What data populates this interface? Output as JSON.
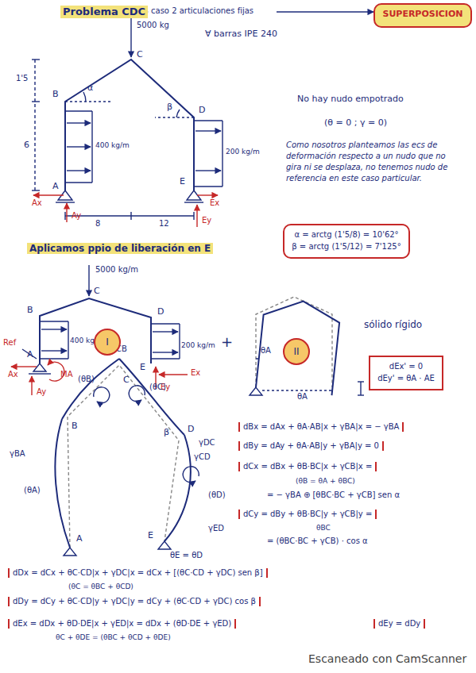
{
  "diagram": {
    "nodes": [
      {
        "text": [
          "SUPERPOSICION"
        ]
      },
      {
        "text": [
          "α = arctg (1'5/8) = 10'62°",
          "β = arctg (1'5/12) = 7'125°"
        ]
      },
      {
        "text": [
          "I"
        ]
      },
      {
        "text": [
          "II"
        ]
      },
      {
        "text": [
          "dEx' = 0",
          "dEy' = θA · AE"
        ]
      }
    ],
    "labels": [
      "Problema CDC",
      "caso 2 articulaciones fijas",
      "5000 kg",
      "∀ barras IPE 240",
      "1'5",
      "6",
      "B",
      "C",
      "D",
      "α",
      "β",
      "400 kg/m",
      "200 kg/m",
      "A",
      "E",
      "Ax",
      "Ay",
      "Ex",
      "Ey",
      "8",
      "12",
      "No hay nudo empotrado",
      "(θ = 0 ; γ = 0)",
      "Como nosotros planteamos las ecs de deformación respecto a un nudo que no gira ni se desplaza, no tenemos nudo de referencia en este caso particular.",
      "Aplicamos ppio de liberación en E",
      "5000 kg/m",
      "B",
      "C",
      "D",
      "A",
      "E",
      "400 kg/m",
      "200 kg/m",
      "Ref",
      "Ax",
      "Ay",
      "MA",
      "Ey",
      "Ex",
      "+",
      "θA",
      "θA",
      "sólido rígido",
      "γCB",
      "(θB)",
      "(θC)",
      "γBA",
      "B",
      "C",
      "(θA)",
      "β",
      "D",
      "γDC",
      "γCD",
      "(θD)",
      "A",
      "E",
      "γED",
      "θE = θD",
      "dBx = dAx + θA·AB|x + γBA|x = − γBA",
      "dBy = dAy + θA·AB|y + γBA|y = 0",
      "dCx = dBx + θB·BC|x + γCB|x =",
      "(θB = θA + θBC)",
      "= − γBA ⊕ [θBC·BC + γCB] sen α",
      "dCy = dBy + θB·BC|y + γCB|y =",
      "θBC",
      "= (θBC·BC + γCB) · cos α",
      "dDx = dCx + θC·CD|x + γDC|x = dCx + [(θC·CD + γDC) sen β]",
      "(θC = θBC + θCD)",
      "dDy = dCy + θC·CD|y + γDC|y = dCy + (θC·CD + γDC) cos β",
      "dEx = dDx + θD·DE|x + γED|x = dDx + (θD·DE + γED)",
      "θC + θDE = (θBC + θCD + θDE)",
      "dEy = dDy",
      "Escaneado con CamScanner"
    ]
  }
}
